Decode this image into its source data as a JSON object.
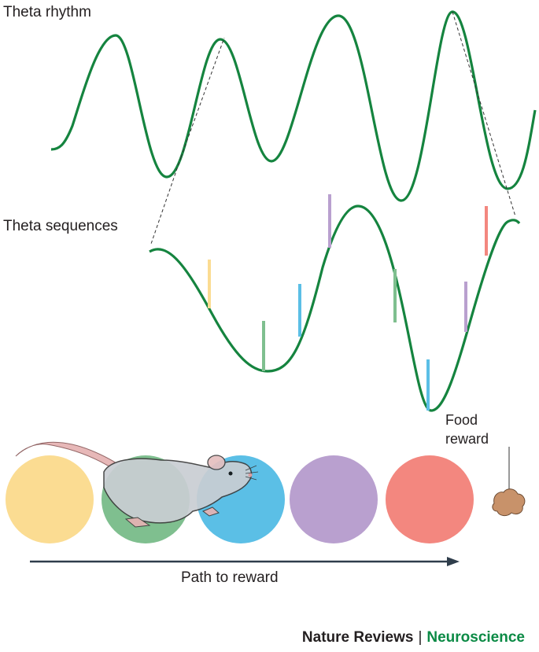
{
  "labels": {
    "theta_rhythm": "Theta rhythm",
    "theta_sequences": "Theta sequences",
    "food_line1": "Food",
    "food_line2": "reward",
    "path": "Path to reward"
  },
  "credit": {
    "journal": "Nature Reviews",
    "separator": "|",
    "section": "Neuroscience"
  },
  "colors": {
    "wave": "#15843f",
    "yellow": "#fbdc92",
    "green": "#7fbf8f",
    "blue": "#5bbfe6",
    "purple": "#b9a0cf",
    "red": "#f3877f",
    "arrow": "#2f3d4b",
    "food": "#c8926a"
  },
  "place_fields": [
    "yellow",
    "green",
    "blue",
    "purple",
    "red"
  ]
}
